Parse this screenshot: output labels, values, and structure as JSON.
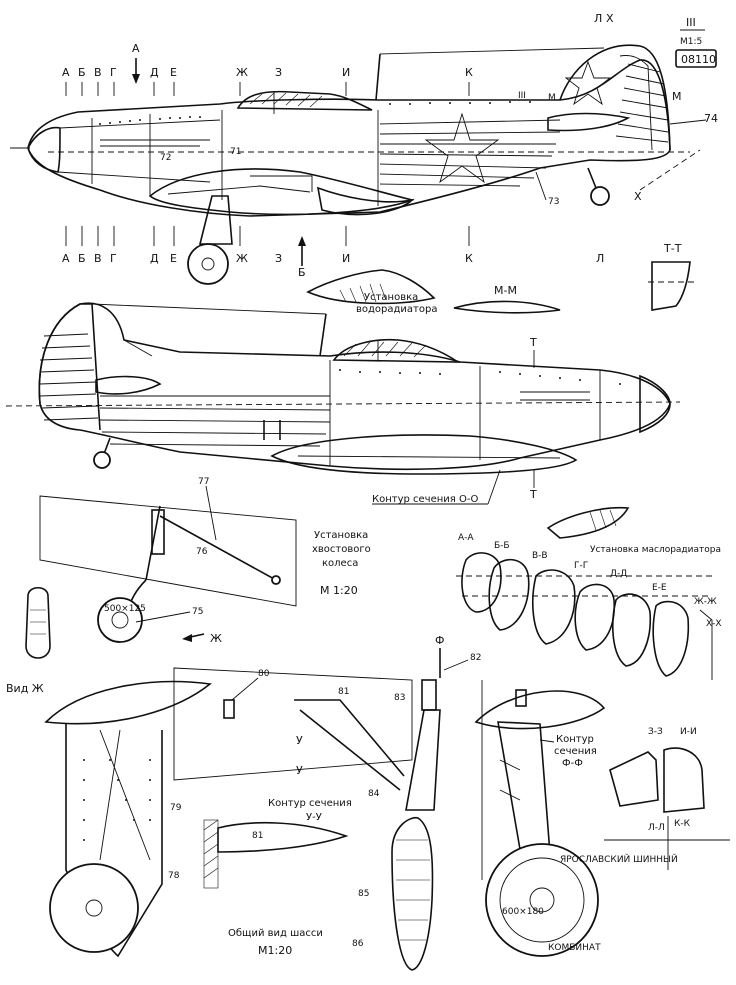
{
  "header": {
    "sheet_roman": "III",
    "scale": "М1:5",
    "sheet_number": "08110"
  },
  "top_view": {
    "section_letters": [
      "А",
      "Б",
      "В",
      "Г",
      "Д",
      "Е",
      "Ж",
      "З",
      "И",
      "К",
      "Л",
      "Х",
      "М"
    ],
    "upper_row": [
      "А",
      "Б",
      "В",
      "Г",
      "Д",
      "Е",
      "Ж",
      "З",
      "И",
      "К",
      "Л",
      "Х"
    ],
    "arrow_top": "А",
    "arrow_bottom": "Б",
    "refs": [
      "72",
      "71",
      "73",
      "74"
    ],
    "roman_mark": "III",
    "m_marks": [
      "М",
      "М"
    ],
    "x_mark": "Х"
  },
  "captions": {
    "radiator": "Установка водорадиатора",
    "mm": "М-М",
    "tt": "Т-Т",
    "t_mark": "Т",
    "contour_oo": "Контур сечения О-О",
    "oil_radiator": "Установка маслорадиатора",
    "tail_wheel": [
      "Установка",
      "хвостового",
      "колеса"
    ],
    "tail_scale": "М 1:20",
    "view_zh": "Вид Ж",
    "zh_arrow": "Ж",
    "contour_uu": [
      "Контур сечения",
      "У-У"
    ],
    "u_marks": [
      "У",
      "У"
    ],
    "phi_mark": "Ф",
    "contour_ff": [
      "Контур",
      "сечения",
      "Ф-Ф"
    ],
    "general_view": "Общий вид шасси",
    "general_scale": "М1:20",
    "wheel_size": "500×125",
    "main_wheel_size": "600×180",
    "main_wheel_maker": "ЯРОСЛАВСКИЙ ШИННЫЙ",
    "main_wheel_maker_2": "КОМБИНАТ"
  },
  "sections": [
    "А-А",
    "Б-Б",
    "В-В",
    "Г-Г",
    "Д-Д",
    "Е-Е",
    "Ж-Ж",
    "Х-Х",
    "З-З",
    "И-И",
    "Л-Л",
    "К-К"
  ],
  "refs": {
    "tail": [
      "77",
      "76",
      "75"
    ],
    "gear": [
      "80",
      "81",
      "82",
      "83",
      "84",
      "85",
      "86",
      "79",
      "78",
      "81"
    ]
  }
}
